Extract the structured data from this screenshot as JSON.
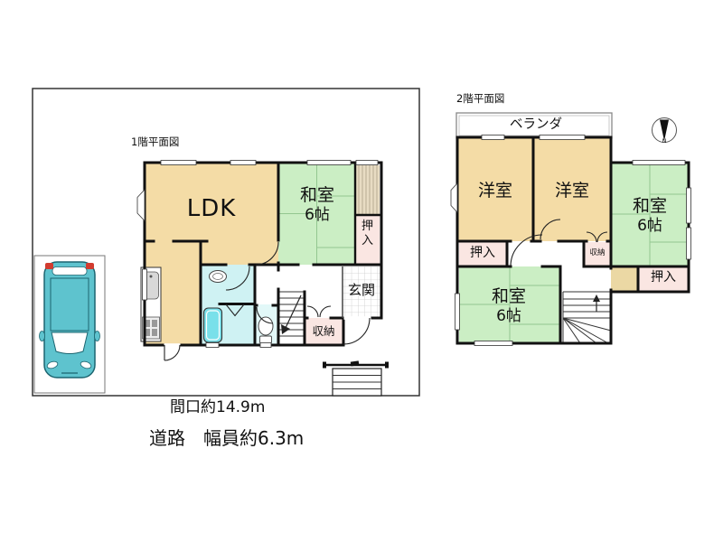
{
  "site": {
    "frontage_label": "間口約14.9m",
    "road_label": "道路　幅員約6.3m"
  },
  "floor1": {
    "title": "1階平面図",
    "rooms": {
      "ldk": "LDK",
      "washitsu": "和室",
      "washitsu_size": "6帖",
      "oshiire": "押入",
      "genkan": "玄関",
      "shuno": "収納"
    }
  },
  "floor2": {
    "title": "2階平面図",
    "veranda": "ベランダ",
    "rooms": {
      "yoshitsu_left": "洋室",
      "yoshitsu_right": "洋室",
      "washitsu_right": "和室",
      "washitsu_right_size": "6帖",
      "washitsu_bottom": "和室",
      "washitsu_bottom_size": "6帖",
      "oshiire_left": "押入",
      "oshiire_right": "押入",
      "shuno": "収納"
    }
  },
  "compass": {
    "north_label": "N"
  },
  "colors": {
    "room-cream": "#F4DCA6",
    "tatami-green": "#CBEEC4",
    "closet-pink": "#FAE6E2",
    "water-cyan": "#CFF2F3",
    "water-cyan-light": "#E2F8F8",
    "bathtub-cyan": "#79E0EA",
    "wood-beige": "#E8DCC3",
    "wood-stripe": "#B9AD93",
    "landing-beige": "#EBD8A4",
    "car-teal": "#5EC3CE",
    "car-dark": "#1C6570",
    "wall-black": "#111111",
    "tatami-line": "#8FC48D"
  }
}
